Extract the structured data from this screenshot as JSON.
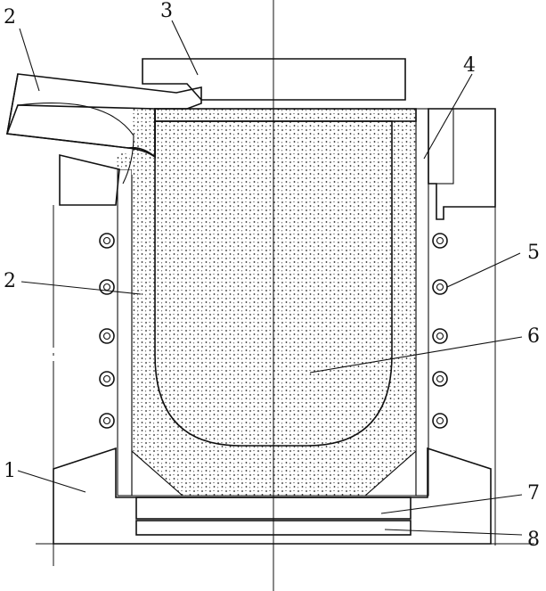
{
  "diagram": {
    "labels": [
      {
        "id": "label-2-top",
        "text": "2"
      },
      {
        "id": "label-3",
        "text": "3"
      },
      {
        "id": "label-4",
        "text": "4"
      },
      {
        "id": "label-5",
        "text": "5"
      },
      {
        "id": "label-2-left",
        "text": "2"
      },
      {
        "id": "label-6",
        "text": "6"
      },
      {
        "id": "label-1",
        "text": "1"
      },
      {
        "id": "label-7",
        "text": "7"
      },
      {
        "id": "label-8",
        "text": "8"
      }
    ]
  }
}
